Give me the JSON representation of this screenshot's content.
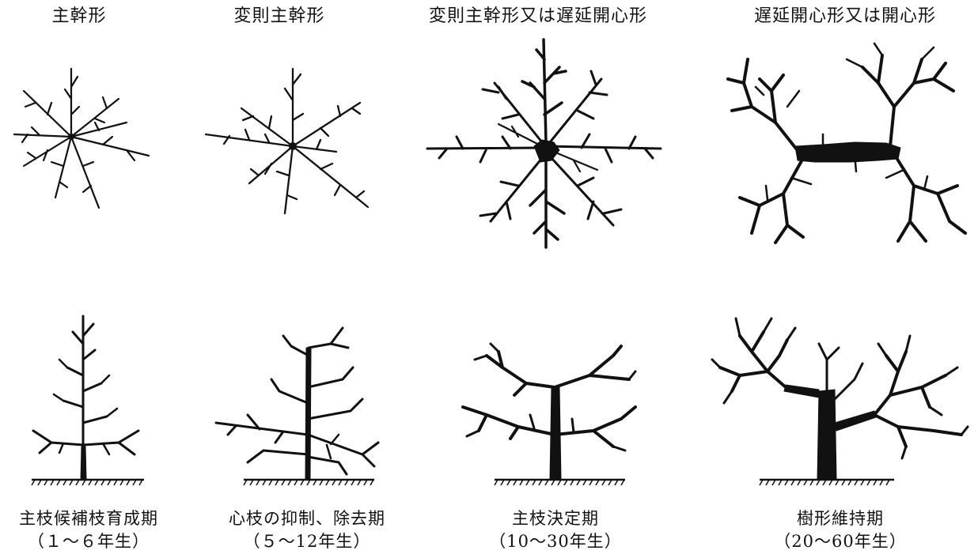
{
  "columns": [
    {
      "top_title": "主幹形",
      "stage": "主枝候補枝育成期",
      "years": "（１～６年生）"
    },
    {
      "top_title": "変則主幹形",
      "stage": "心枝の抑制、除去期",
      "years": "（５～12年生）"
    },
    {
      "top_title": "変則主幹形又は遅延開心形",
      "stage": "主枝決定期",
      "years": "（10～30年生）"
    },
    {
      "top_title": "遅延開心形又は開心形",
      "stage": "樹形維持期",
      "years": "（20～60年生）"
    }
  ]
}
